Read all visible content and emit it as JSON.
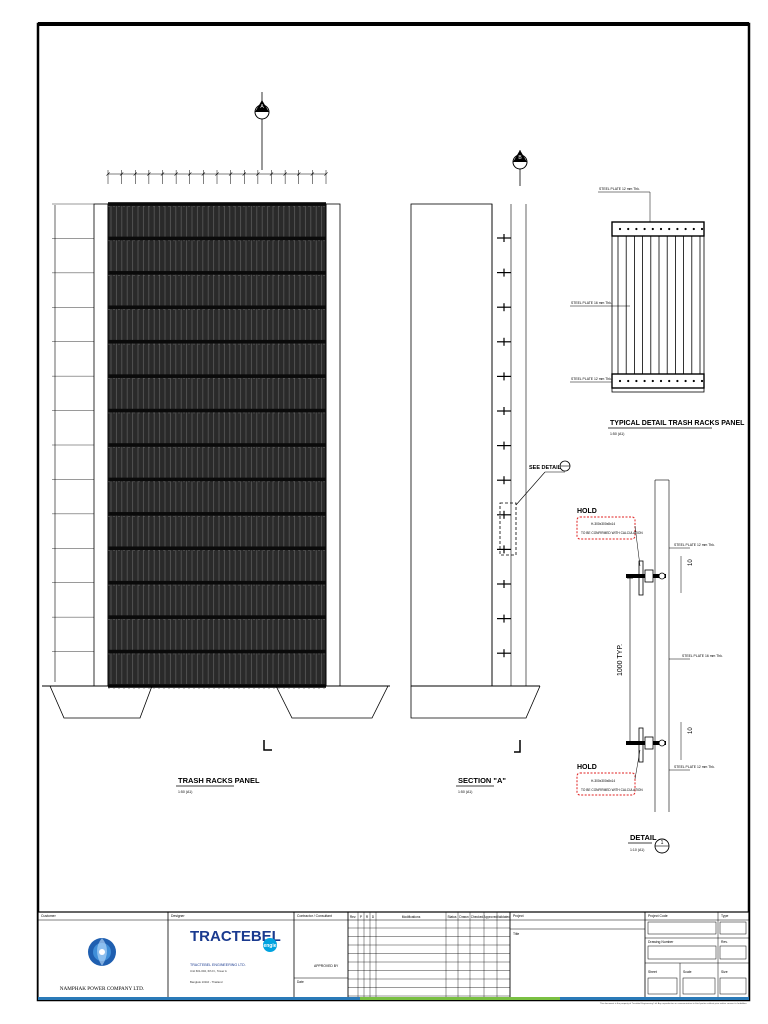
{
  "drawing": {
    "markers": {
      "section_a": "A",
      "section_b": "B",
      "detail": "1"
    },
    "views": {
      "trash_racks_panel": {
        "title": "TRASH RACKS PANEL",
        "scale": "1:50 (A1)"
      },
      "section_a": {
        "title": "SECTION \"A\"",
        "scale": "1:50 (A1)"
      },
      "typical_detail": {
        "title": "TYPICAL DETAIL TRASH RACKS PANEL",
        "scale": "1:50 (A1)"
      },
      "detail": {
        "title": "DETAIL",
        "scale": "1:10 (A1)"
      }
    },
    "callouts": {
      "see_detail": "SEE DETAIL",
      "hold_1": "HOLD",
      "hold_2": "HOLD",
      "hold_note_line1": "H-300x300x8x14",
      "hold_note_line2": "TO BE CONFIRMED WITH CALCULATION",
      "plate_top": "STEEL PLATE 12 mm Thk.",
      "plate_mid": "STEEL PLATE 16 mm Thk.",
      "plate_bottom": "STEEL PLATE 12 mm Thk.",
      "plate_detail_top": "STEEL PLATE 12 mm Thk.",
      "plate_detail_mid": "STEEL PLATE 16 mm Thk.",
      "plate_detail_bottom": "STEEL PLATE 12 mm Thk.",
      "dim_1000": "1000 TYP.",
      "dim_10_top": "10",
      "dim_10_bottom": "10"
    }
  },
  "title_block": {
    "customer_label": "Customer",
    "designer_label": "Designer",
    "contractor_label": "Contractor / Consultant",
    "customer_name": "NAMPHAK POWER COMPANY LTD.",
    "designer_logo": "TRACTEBEL",
    "engie_logo": "engie",
    "designer_name": "TRACTEBEL ENGINEERING LTD.",
    "designer_addr1": "Unit 601-602, 6th Fl., Tower A",
    "designer_addr2": "Bangkok 10110 - Thailand",
    "approved_by": "APPROVED BY",
    "date_label": "Date",
    "rev_headers": [
      "Rev.",
      "P",
      "R",
      "D",
      "Modifications",
      "Status",
      "Drawn",
      "Checked",
      "Approved",
      "Validated"
    ],
    "project_label": "Project",
    "drawing_title_label": "Title",
    "project_code_label": "Project Code",
    "type_label": "Type",
    "drawing_number_label": "Drawing Number",
    "rev_label": "Rev.",
    "sheet_label": "Sheet",
    "scale_label": "Scale",
    "size_label": "Size",
    "footer_note": "This document is the property of Tractebel Engineering Ltd. Any reproduction or communication to third parties without prior written consent is forbidden."
  }
}
